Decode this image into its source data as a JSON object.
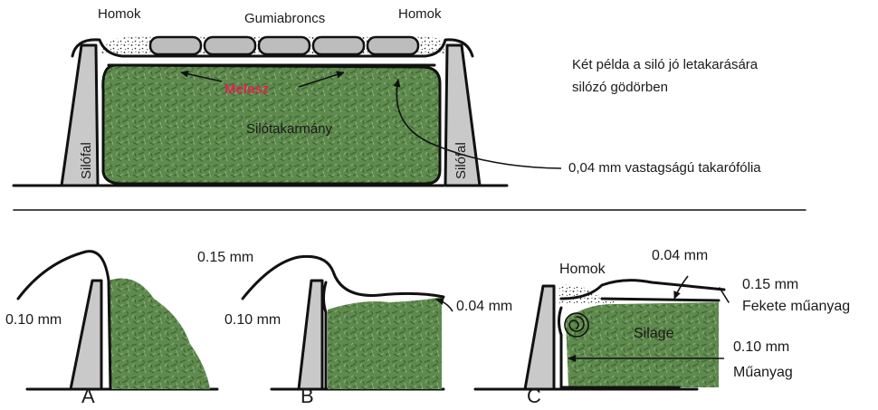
{
  "colors": {
    "silage": "#5f8a4e",
    "silage_dark": "#3f6634",
    "wall": "#c9c9c9",
    "melasz": "#d8284f",
    "ink": "#111111"
  },
  "top": {
    "sand_left": "Homok",
    "tires": "Gumiabroncs",
    "sand_right": "Homok",
    "melasz": "Melasz",
    "silage": "Silótakarmány",
    "wall_left": "Silófal",
    "wall_right": "Silófal",
    "description_line1": "Két példa a siló jó letakarására",
    "description_line2": "silózó gödörben",
    "foil": "0,04 mm vastagságú takarófólia"
  },
  "panel_a": {
    "letter": "A",
    "thickness": "0.10 mm"
  },
  "panel_b": {
    "letter": "B",
    "thickness_top": "0.15 mm",
    "thickness_inner": "0.10 mm",
    "thickness_right": "0.04 mm"
  },
  "panel_c": {
    "letter": "C",
    "sand": "Homok",
    "thickness_top": "0.04 mm",
    "thickness_outer": "0.15 mm",
    "outer_material": "Fekete műanyag",
    "silage": "Silage",
    "thickness_inner": "0.10 mm",
    "inner_material": "Műanyag"
  }
}
